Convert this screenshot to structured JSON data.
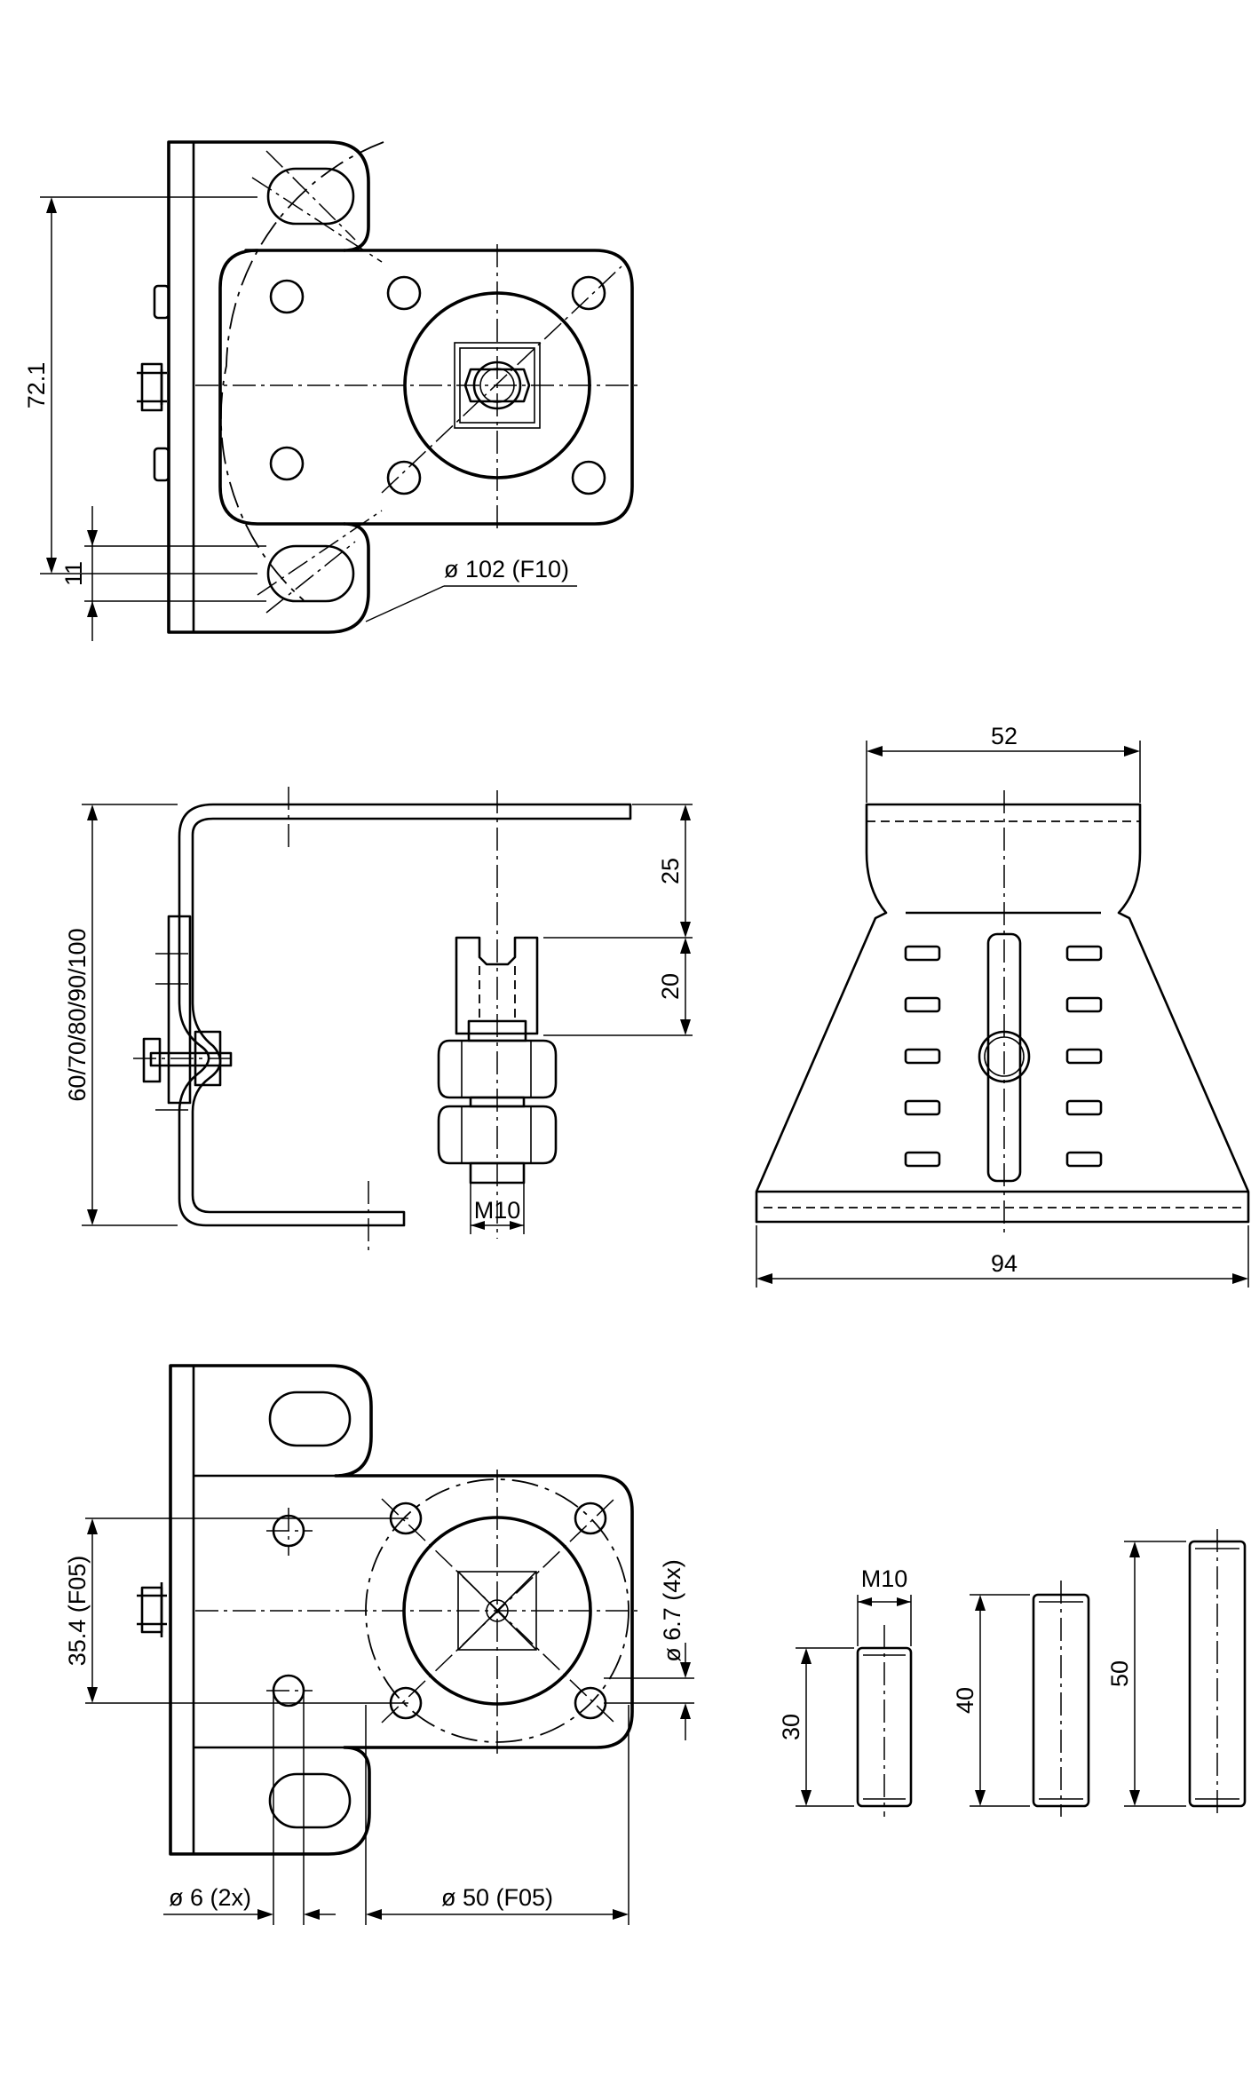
{
  "dimensions": {
    "top_view": {
      "height": "72.1",
      "slot_width": "11",
      "bolt_circle": "ø 102 (F10)"
    },
    "side_view": {
      "upper_offset": "25",
      "nut_height": "20",
      "bracket_heights": "60/70/80/90/100",
      "thread": "M10"
    },
    "front_view": {
      "top_width": "52",
      "base_width": "94"
    },
    "bottom_view": {
      "hole_spacing": "35.4 (F05)",
      "mounting_holes": "ø 6.7 (4x)",
      "small_holes": "ø 6 (2x)",
      "bolt_circle": "ø 50 (F05)"
    },
    "studs": {
      "thread": "M10",
      "lengths": [
        "30",
        "40",
        "50"
      ]
    }
  }
}
